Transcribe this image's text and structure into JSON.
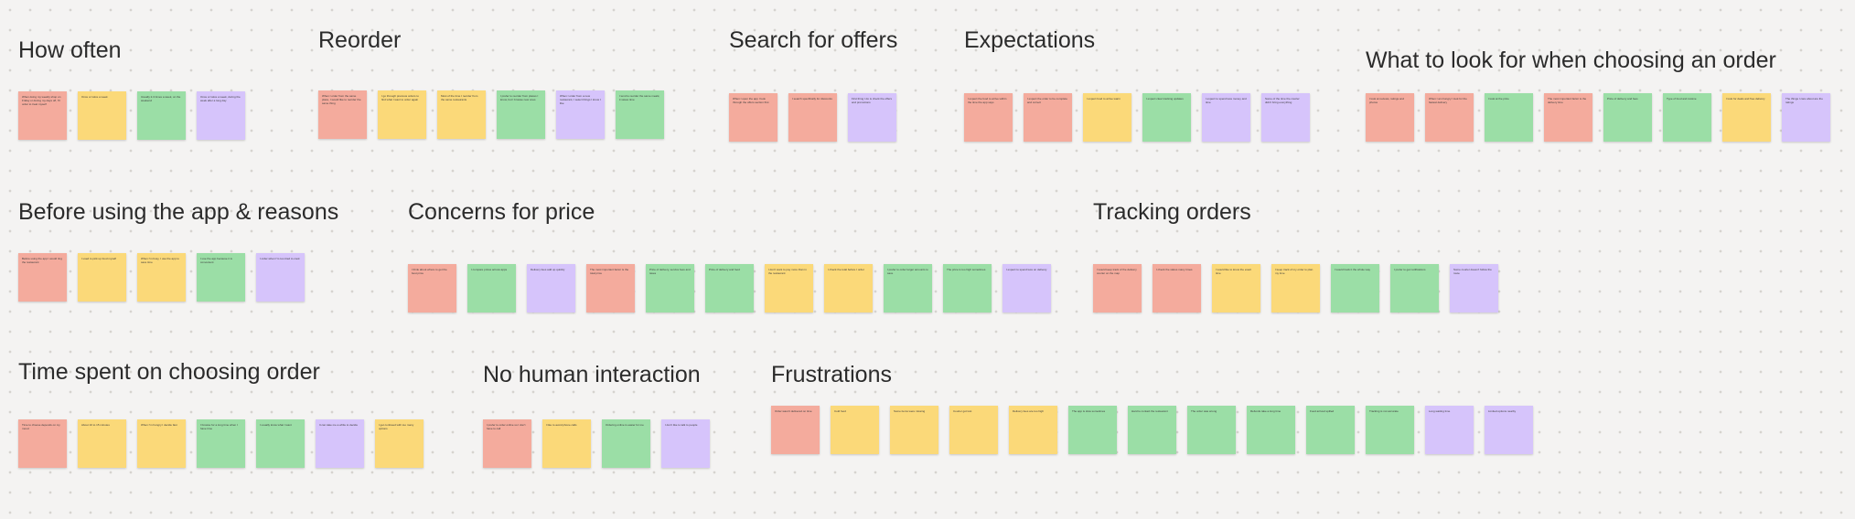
{
  "board": {
    "clusters": [
      {
        "title": "How often",
        "notes": [
          {
            "color": "red",
            "text": "When doing my weekly shop on Friday or during my days off, I'll order to treat myself"
          },
          {
            "color": "yellow",
            "text": "Once or twice a week"
          },
          {
            "color": "green",
            "text": "Usually 2-3 times a week, on the weekend"
          },
          {
            "color": "purple",
            "text": "Once or twice a week, during the week after a long day"
          }
        ]
      },
      {
        "title": "Reorder",
        "notes": [
          {
            "color": "red",
            "text": "When I order from the same place, I would like to reorder the same thing"
          },
          {
            "color": "yellow",
            "text": "I go through previous orders to find what I want to order again"
          },
          {
            "color": "yellow",
            "text": "Most of the time I reorder from the same restaurants"
          },
          {
            "color": "green",
            "text": "I prefer to reorder from places I know, but I browse new ones"
          },
          {
            "color": "purple",
            "text": "When I order from a new restaurant, I select things I know I like"
          },
          {
            "color": "green",
            "text": "I tend to reorder the same meals; it saves time"
          }
        ]
      },
      {
        "title": "Search for offers",
        "notes": [
          {
            "color": "red",
            "text": "When I open the app I look through the offers section first"
          },
          {
            "color": "red",
            "text": "I search specifically for discounts"
          },
          {
            "color": "purple",
            "text": "First thing I do is check the offers and promotions"
          }
        ]
      },
      {
        "title": "Expectations",
        "notes": [
          {
            "color": "red",
            "text": "I expect the food to arrive within the time the app says"
          },
          {
            "color": "red",
            "text": "I expect the order to be complete and correct"
          },
          {
            "color": "yellow",
            "text": "I expect food to arrive warm"
          },
          {
            "color": "green",
            "text": "I expect clear tracking updates"
          },
          {
            "color": "purple",
            "text": "I expect to spend less money and time"
          },
          {
            "color": "purple",
            "text": "Some of the time the courier didn't bring everything"
          }
        ]
      },
      {
        "title": "What to look for when choosing an order",
        "notes": [
          {
            "color": "red",
            "text": "I look at reviews, ratings and photos"
          },
          {
            "color": "red",
            "text": "When I am hungry I look for the fastest delivery"
          },
          {
            "color": "green",
            "text": "I look at the price"
          },
          {
            "color": "red",
            "text": "The most important factor is the delivery time"
          },
          {
            "color": "green",
            "text": "Price of delivery and fees"
          },
          {
            "color": "green",
            "text": "Type of food and cuisine"
          },
          {
            "color": "yellow",
            "text": "I look for deals and free delivery"
          },
          {
            "color": "purple",
            "text": "The things I care about are the ratings"
          }
        ]
      },
      {
        "title": "Before using the app & reasons",
        "notes": [
          {
            "color": "red",
            "text": "Before using the app I would ring the restaurant"
          },
          {
            "color": "yellow",
            "text": "I used to pick up food myself"
          },
          {
            "color": "yellow",
            "text": "When I'm busy, I use the app to save time"
          },
          {
            "color": "green",
            "text": "I use the app because it is convenient"
          },
          {
            "color": "purple",
            "text": "I order when I'm too tired to cook"
          }
        ]
      },
      {
        "title": "Concerns for price",
        "notes": [
          {
            "color": "red",
            "text": "I think about where to get the best price"
          },
          {
            "color": "green",
            "text": "I compare prices across apps"
          },
          {
            "color": "purple",
            "text": "Delivery fees add up quickly"
          },
          {
            "color": "red",
            "text": "The most important factor is the total price"
          },
          {
            "color": "green",
            "text": "Price of delivery, service fees and taxes"
          },
          {
            "color": "green",
            "text": "Price of delivery and food"
          },
          {
            "color": "yellow",
            "text": "I don't want to pay more than in the restaurant"
          },
          {
            "color": "yellow",
            "text": "I check the total before I order"
          },
          {
            "color": "green",
            "text": "I prefer to order larger amounts to save"
          },
          {
            "color": "green",
            "text": "The price is too high sometimes"
          },
          {
            "color": "purple",
            "text": "I expect to spend less on delivery"
          }
        ]
      },
      {
        "title": "Tracking orders",
        "notes": [
          {
            "color": "red",
            "text": "I would keep track of the delivery courier on the map"
          },
          {
            "color": "red",
            "text": "I check the status many times"
          },
          {
            "color": "yellow",
            "text": "I would like to know the exact time"
          },
          {
            "color": "yellow",
            "text": "I keep track of my order to plan my time"
          },
          {
            "color": "green",
            "text": "I would track it the whole way"
          },
          {
            "color": "green",
            "text": "I prefer to get notifications"
          },
          {
            "color": "purple",
            "text": "Some courier doesn't follow the route"
          }
        ]
      },
      {
        "title": "Time spent on choosing order",
        "notes": [
          {
            "color": "red",
            "text": "Time to choose depends on my mood"
          },
          {
            "color": "yellow",
            "text": "About 10 to 15 minutes"
          },
          {
            "color": "yellow",
            "text": "When I'm hungry I decide fast"
          },
          {
            "color": "green",
            "text": "I browse for a long time when I have time"
          },
          {
            "color": "green",
            "text": "I usually know what I want"
          },
          {
            "color": "purple",
            "text": "It can take me a while to decide"
          },
          {
            "color": "yellow",
            "text": "I get confused with too many options"
          }
        ]
      },
      {
        "title": "No human interaction",
        "notes": [
          {
            "color": "red",
            "text": "I prefer to order online so I don't have to call"
          },
          {
            "color": "yellow",
            "text": "I like to avoid phone calls"
          },
          {
            "color": "green",
            "text": "Ordering online is easier for me"
          },
          {
            "color": "purple",
            "text": "I don't like to talk to people"
          }
        ]
      },
      {
        "title": "Frustrations",
        "notes": [
          {
            "color": "red",
            "text": "Order wasn't delivered on time"
          },
          {
            "color": "yellow",
            "text": "Cold food"
          },
          {
            "color": "yellow",
            "text": "Some items were missing"
          },
          {
            "color": "yellow",
            "text": "Courier got lost"
          },
          {
            "color": "yellow",
            "text": "Delivery fees are too high"
          },
          {
            "color": "green",
            "text": "The app is slow sometimes"
          },
          {
            "color": "green",
            "text": "Hard to contact the restaurant"
          },
          {
            "color": "green",
            "text": "The order was wrong"
          },
          {
            "color": "green",
            "text": "Refunds take a long time"
          },
          {
            "color": "green",
            "text": "Food arrived spilled"
          },
          {
            "color": "green",
            "text": "Tracking is not accurate"
          },
          {
            "color": "purple",
            "text": "Long waiting time"
          },
          {
            "color": "purple",
            "text": "Limited options nearby"
          }
        ]
      }
    ]
  }
}
